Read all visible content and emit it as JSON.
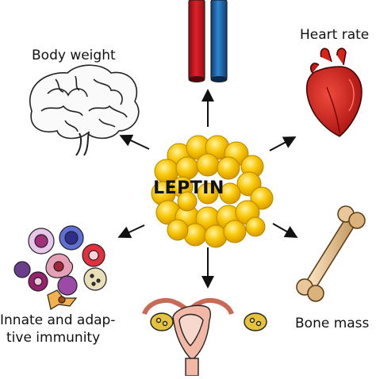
{
  "center": {
    "label": "LEPTIN"
  },
  "targets": {
    "body_weight": "Body weight",
    "heart_rate": "Heart rate",
    "immunity_line1": "Innate and adap-",
    "immunity_line2": "tive immunity",
    "bone_mass": "Bone mass"
  },
  "colors": {
    "fat_cell": "#f6c400",
    "fat_cell_edge": "#b88800",
    "artery": "#d3121c",
    "vein": "#1f6fb8",
    "heart": "#d9221a",
    "bone": "#e8c79a",
    "uterus": "#f2b8a6",
    "arrow": "#111111"
  },
  "icons": [
    "brain-icon",
    "blood-vessel-icon",
    "heart-icon",
    "immune-cells-icon",
    "uterus-icon",
    "bone-icon",
    "adipose-cluster-icon"
  ]
}
